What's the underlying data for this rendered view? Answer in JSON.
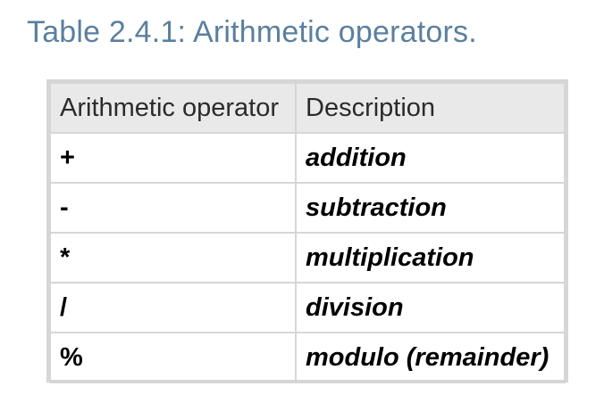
{
  "caption": "Table 2.4.1: Arithmetic operators.",
  "table": {
    "headers": [
      "Arithmetic operator",
      "Description"
    ],
    "rows": [
      {
        "operator": "+",
        "description": "addition"
      },
      {
        "operator": "-",
        "description": "subtraction"
      },
      {
        "operator": "*",
        "description": "multiplication"
      },
      {
        "operator": "/",
        "description": "division"
      },
      {
        "operator": "%",
        "description": "modulo (remainder)"
      }
    ]
  },
  "colors": {
    "caption": "#5b7f9e",
    "header_bg": "#e9e9e9",
    "border": "#d6d6d6"
  }
}
